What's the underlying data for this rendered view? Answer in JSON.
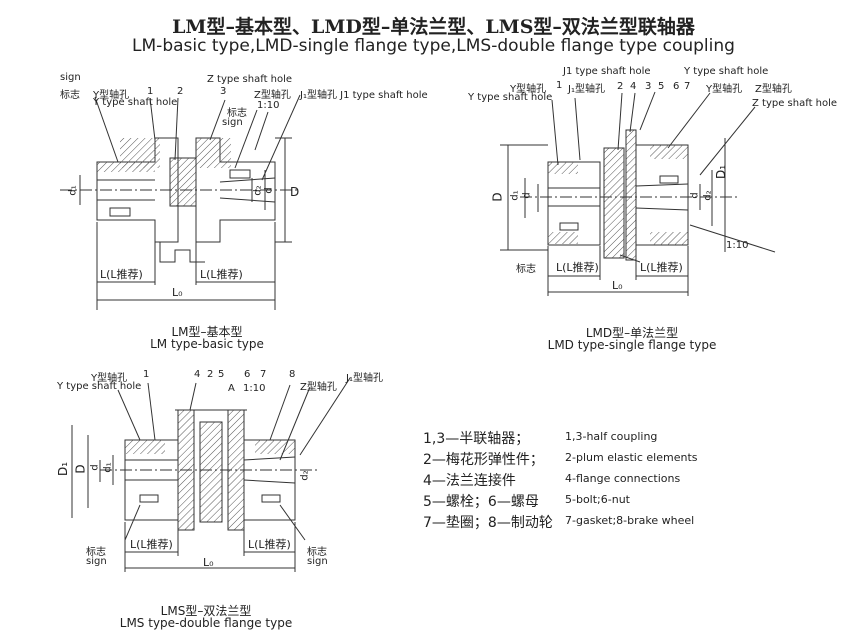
{
  "title_cn": "LM型–基本型、LMD型–单法兰型、LMS型–双法兰型联轴器",
  "title_en": "LM-basic type,LMD-single flange type,LMS-double flange type coupling",
  "lm": {
    "caption_cn": "LM型–基本型",
    "caption_en": "LM type-basic type",
    "labels": {
      "sign_en": "sign",
      "sign_cn": "标志",
      "y_hole_cn": "Y型轴孔",
      "y_hole_en": "Y type shaft hole",
      "n1": "1",
      "n2": "2",
      "n3": "3",
      "z_hole_en": "Z type shaft hole",
      "z_hole_cn": "Z型轴孔",
      "sign2_cn": "标志",
      "sign2_en": "sign",
      "ratio": "1:10",
      "j1_hole": "J₁型轴孔 J1 type shaft hole",
      "d1": "d₁",
      "d2": "d₂",
      "d": "d",
      "D": "D",
      "L1": "L(L推荐)",
      "L2": "L(L推荐)",
      "L0": "L₀"
    }
  },
  "lmd": {
    "caption_cn": "LMD型–单法兰型",
    "caption_en": "LMD type-single flange type",
    "labels": {
      "j1_hole_en": "J1 type shaft hole",
      "y_hole_en2": "Y type shaft hole",
      "y_hole_cn": "Y型轴孔",
      "y_hole_en": "Y type shaft hole",
      "j1_hole_cn": "J₁型轴孔",
      "n1": "1",
      "n2": "2",
      "n4": "4",
      "n3": "3",
      "n5": "5",
      "n6": "6",
      "n7": "7",
      "y_hole_cn2": "Y型轴孔",
      "z_hole_cn": "Z型轴孔",
      "z_hole_en": "Z type shaft hole",
      "D": "D",
      "d1": "d₁",
      "d": "d",
      "d_r": "d",
      "d2": "d₂",
      "D1": "D₁",
      "ratio": "1:10",
      "sign_cn": "标志",
      "L1": "L(L推荐)",
      "L2": "L(L推荐)",
      "L0": "L₀"
    }
  },
  "lms": {
    "caption_cn": "LMS型–双法兰型",
    "caption_en": "LMS type-double flange type",
    "labels": {
      "y_hole_cn": "Y型轴孔",
      "y_hole_en": "Y type shaft hole",
      "n1": "1",
      "n4": "4",
      "n2": "2",
      "n5": "5",
      "n6": "6",
      "n7": "7",
      "n8": "8",
      "a": "A",
      "ratio": "1:10",
      "z_hole_cn": "Z型轴孔",
      "j1_hole_cn": "J₁型轴孔",
      "D1": "D₁",
      "D": "D",
      "d": "d",
      "d1": "d₁",
      "d2": "d₂",
      "sign_cn_l": "标志",
      "sign_en_l": "sign",
      "sign_cn_r": "标志",
      "sign_en_r": "sign",
      "L1": "L(L推荐)",
      "L2": "L(L推荐)",
      "L0": "L₀"
    }
  },
  "legend": [
    {
      "cn": "1,3—半联轴器；",
      "en": "1,3-half coupling"
    },
    {
      "cn": "2—梅花形弹性件；",
      "en": "2-plum elastic elements"
    },
    {
      "cn": "4—法兰连接件",
      "en": "4-flange connections"
    },
    {
      "cn": "5—螺栓；6—螺母",
      "en": "5-bolt;6-nut"
    },
    {
      "cn": "7—垫圈；8—制动轮",
      "en": "7-gasket;8-brake wheel"
    }
  ],
  "colors": {
    "line": "#333333",
    "hatch": "#555555",
    "text": "#222222"
  }
}
